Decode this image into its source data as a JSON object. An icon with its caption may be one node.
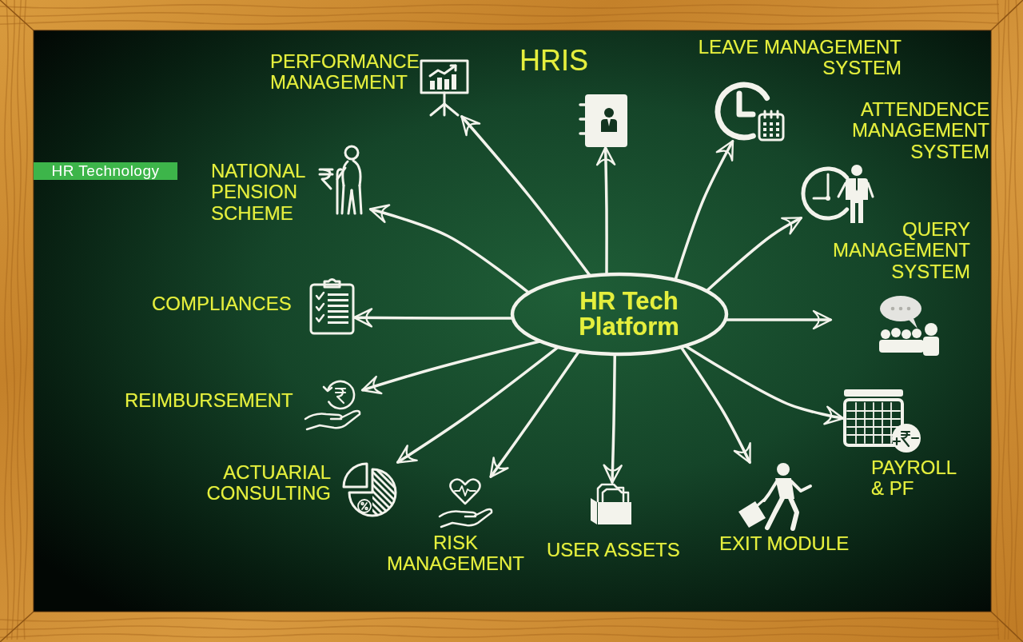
{
  "diagram": {
    "nodes": [
      {
        "text": [
          "HR Tech Platform"
        ]
      },
      {
        "text": [
          "PERFORMANCE MANAGEMENT"
        ]
      },
      {
        "text": [
          "HRIS"
        ]
      },
      {
        "text": [
          "LEAVE MANAGEMENT SYSTEM"
        ]
      },
      {
        "text": [
          "ATTENDENCE MANAGEMENT SYSTEM"
        ]
      },
      {
        "text": [
          "NATIONAL PENSION SCHEME"
        ]
      },
      {
        "text": [
          "QUERY MANAGEMENT SYSTEM"
        ]
      },
      {
        "text": [
          "COMPLIANCES"
        ]
      },
      {
        "text": [
          "REIMBURSEMENT"
        ]
      },
      {
        "text": [
          "PAYROLL & PF"
        ]
      },
      {
        "text": [
          "ACTUARIAL CONSULTING"
        ]
      },
      {
        "text": [
          "RISK MANAGEMENT"
        ]
      },
      {
        "text": [
          "USER ASSETS"
        ]
      },
      {
        "text": [
          "EXIT MODULE"
        ]
      }
    ],
    "edges": [
      {
        "from": 0,
        "to": 1,
        "arrow": "to"
      },
      {
        "from": 0,
        "to": 2,
        "arrow": "to"
      },
      {
        "from": 0,
        "to": 3,
        "arrow": "to"
      },
      {
        "from": 0,
        "to": 4,
        "arrow": "to"
      },
      {
        "from": 0,
        "to": 5,
        "arrow": "to"
      },
      {
        "from": 0,
        "to": 6,
        "arrow": "to"
      },
      {
        "from": 0,
        "to": 7,
        "arrow": "to"
      },
      {
        "from": 0,
        "to": 8,
        "arrow": "to"
      },
      {
        "from": 0,
        "to": 9,
        "arrow": "to"
      },
      {
        "from": 0,
        "to": 10,
        "arrow": "to"
      },
      {
        "from": 0,
        "to": 11,
        "arrow": "to"
      },
      {
        "from": 0,
        "to": 12,
        "arrow": "to"
      },
      {
        "from": 0,
        "to": 13,
        "arrow": "to"
      }
    ],
    "labels": [
      "HR Technology"
    ]
  }
}
